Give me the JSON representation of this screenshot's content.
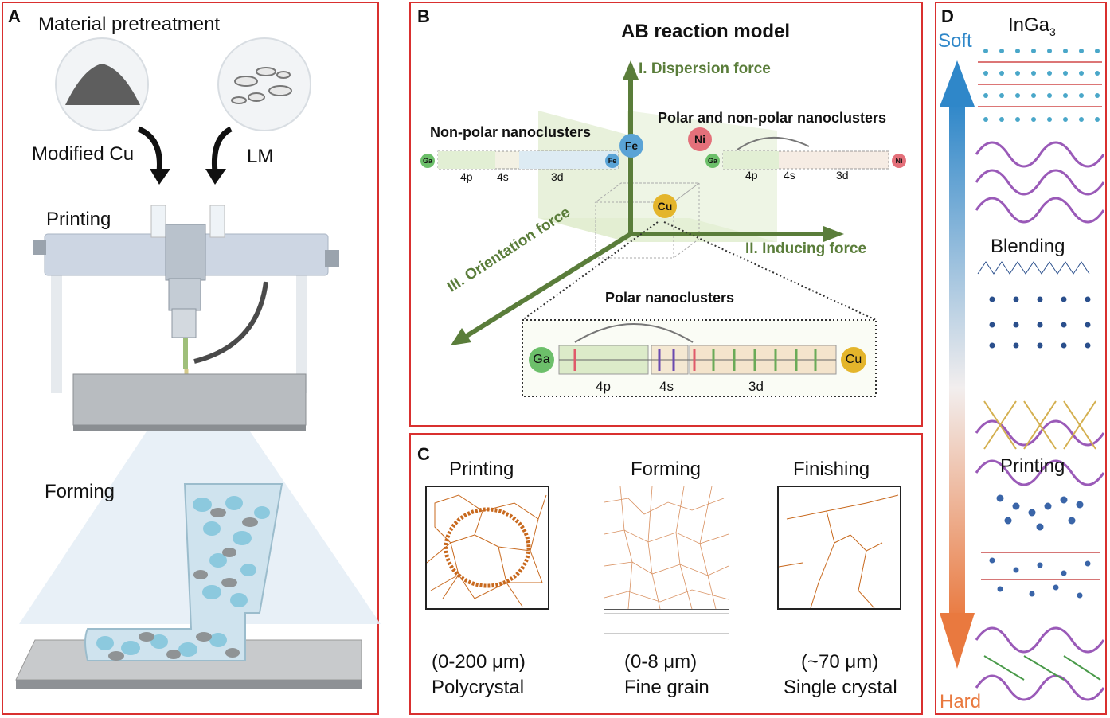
{
  "panel_a": {
    "label": "A",
    "title": "Material pretreatment",
    "material_1": "Modified Cu",
    "material_2": "LM",
    "printing": "Printing",
    "forming": "Forming"
  },
  "panel_b": {
    "label": "B",
    "title": "AB reaction model",
    "axis_1": "I. Dispersion force",
    "axis_2": "II. Inducing force",
    "axis_3": "III. Orientation force",
    "group_left": "Non-polar nanoclusters",
    "group_right": "Polar and non-polar nanoclusters",
    "group_bottom": "Polar nanoclusters",
    "elements": {
      "fe": "Fe",
      "ni": "Ni",
      "cu": "Cu",
      "ga": "Ga"
    },
    "orbitals": {
      "p": "4p",
      "s": "4s",
      "d": "3d"
    }
  },
  "panel_c": {
    "label": "C",
    "stages": [
      {
        "title": "Printing",
        "range": "(0-200 μm)",
        "desc": "Polycrystal"
      },
      {
        "title": "Forming",
        "range": "(0-8 μm)",
        "desc": "Fine grain"
      },
      {
        "title": "Finishing",
        "range": "(~70 μm)",
        "desc": "Single crystal"
      }
    ]
  },
  "panel_d": {
    "label": "D",
    "top": "Soft",
    "bottom": "Hard",
    "section_1": "InGa",
    "section_1_sub": "3",
    "section_2": "Blending",
    "section_3": "Printing"
  },
  "colors": {
    "frame": "#d9302f",
    "force_arrow": "#5a7d3a",
    "grain": "#c8691e",
    "soft": "#2f87c9",
    "hard": "#e9793f"
  }
}
